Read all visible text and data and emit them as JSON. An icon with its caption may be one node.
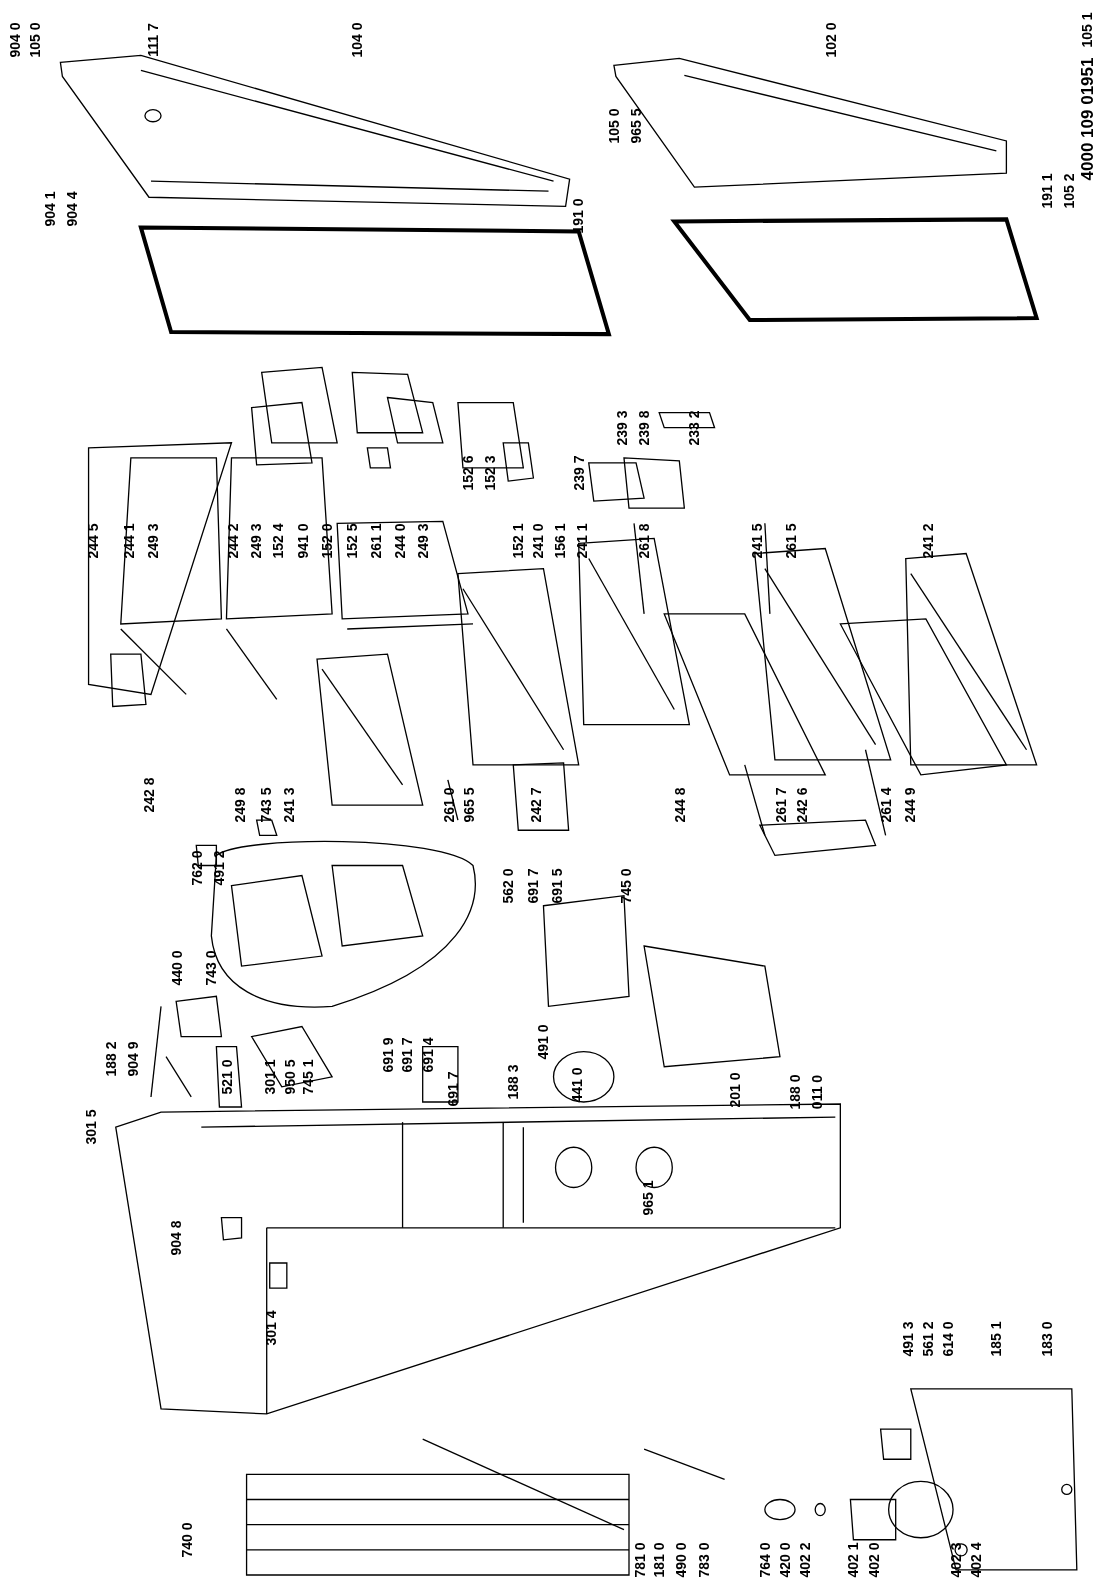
{
  "diagram": {
    "labels": [
      "904 0",
      "105 0",
      "111 7",
      "104 0",
      "102 0",
      "105 1",
      "4000 109 01951",
      "904 1",
      "904 4",
      "191 0",
      "105 0",
      "965 5",
      "191 1",
      "105 2",
      "244 5",
      "244 1",
      "249 3",
      "244 2",
      "249 3",
      "152 4",
      "941 0",
      "152 0",
      "152 5",
      "261 1",
      "244 0",
      "249 3",
      "152 6",
      "152 3",
      "152 1",
      "241 0",
      "156 1",
      "241 1",
      "239 7",
      "239 3",
      "239 8",
      "233 2",
      "261 8",
      "241 5",
      "261 5",
      "241 2",
      "242 8",
      "249 8",
      "743 5",
      "241 3",
      "261 0",
      "965 5",
      "242 7",
      "244 8",
      "261 7",
      "242 6",
      "261 4",
      "244 9",
      "762 0",
      "491 2",
      "562 0",
      "691 7",
      "691 5",
      "745 0",
      "440 0",
      "743 0",
      "188 2",
      "904 9",
      "521 0",
      "301 1",
      "950 5",
      "745 1",
      "691 9",
      "691 7",
      "691 4",
      "691 7",
      "188 3",
      "491 0",
      "441 0",
      "201 0",
      "188 0",
      "011 0",
      "301 5",
      "965 1",
      "904 8",
      "301 4",
      "491 3",
      "561 2",
      "614 0",
      "185 1",
      "183 0",
      "740 0",
      "781 0",
      "181 0",
      "490 0",
      "783 0",
      "764 0",
      "420 0",
      "402 2",
      "402 1",
      "402 0",
      "402 3",
      "402 4"
    ]
  }
}
